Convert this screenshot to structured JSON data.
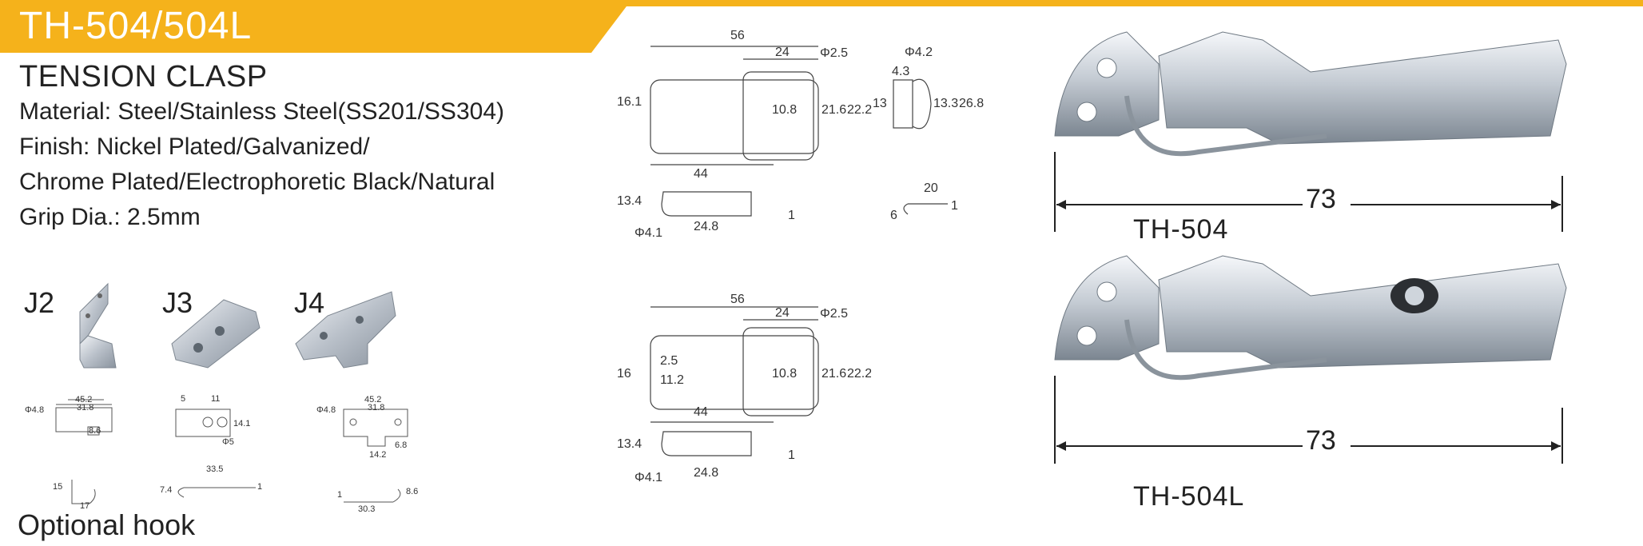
{
  "banner": {
    "title": "TH-504/504L"
  },
  "spec": {
    "title": "TENSION CLASP",
    "material": "Material: Steel/Stainless Steel(SS201/SS304)",
    "finish1": "Finish: Nickel Plated/Galvanized/",
    "finish2": "Chrome Plated/Electrophoretic Black/Natural",
    "grip": "Grip Dia.: 2.5mm"
  },
  "hooks": {
    "j2": "J2",
    "j3": "J3",
    "j4": "J4",
    "optional": "Optional hook",
    "j2_dims": [
      "Φ4.8",
      "45.2",
      "31.8",
      "8.6",
      "15",
      "17"
    ],
    "j3_dims": [
      "5",
      "11",
      "14.1",
      "Φ5",
      "33.5",
      "7.4",
      "1"
    ],
    "j4_dims": [
      "Φ4.8",
      "45.2",
      "31.8",
      "6.8",
      "14.2",
      "30.3",
      "8.6",
      "1"
    ]
  },
  "drawing504": {
    "top": [
      "56",
      "24",
      "Φ2.5",
      "16.1",
      "10.8",
      "21.6",
      "22.2",
      "44"
    ],
    "side": [
      "13.4",
      "Φ4.1",
      "24.8",
      "1"
    ],
    "catch": [
      "Φ4.2",
      "4.3",
      "13",
      "13.3",
      "26.8",
      "20",
      "6",
      "1"
    ]
  },
  "drawing504L": {
    "top": [
      "56",
      "24",
      "Φ2.5",
      "16",
      "2.5",
      "11.2",
      "10.8",
      "21.6",
      "22.2",
      "44"
    ],
    "side": [
      "13.4",
      "Φ4.1",
      "24.8",
      "1"
    ]
  },
  "products": {
    "a": {
      "name": "TH-504",
      "length": "73"
    },
    "b": {
      "name": "TH-504L",
      "length": "73"
    }
  },
  "colors": {
    "accent": "#F5B21B"
  }
}
